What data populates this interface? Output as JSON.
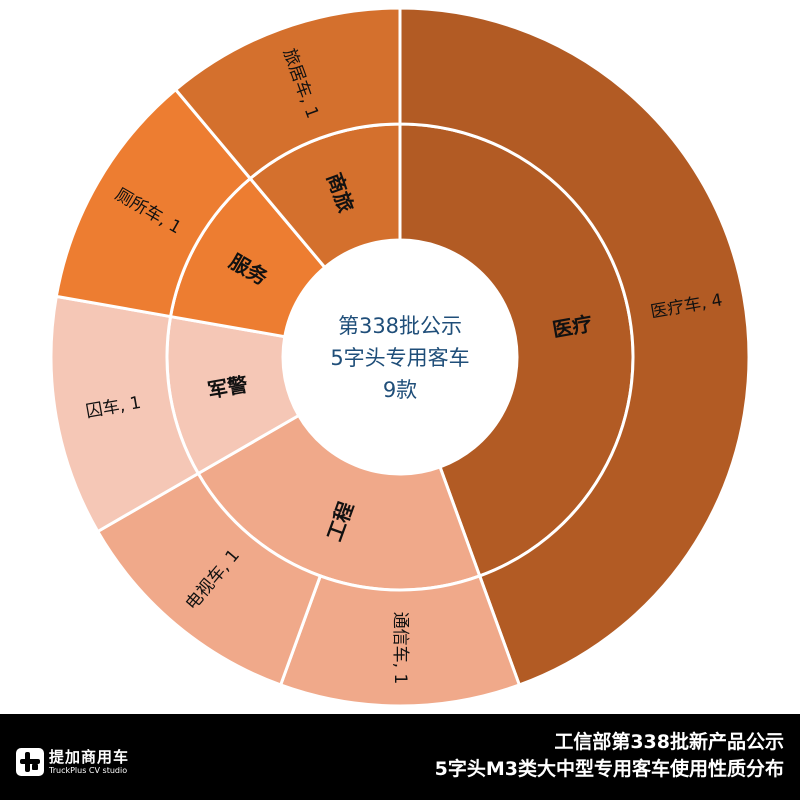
{
  "chart_data": {
    "type": "sunburst",
    "title": "工信部第338批新产品公示 5字头M3类大中型专用客车使用性质分布",
    "center_label": [
      "第338批公示",
      "5字头专用客车",
      "9款"
    ],
    "total": 9,
    "groups": [
      {
        "name": "医疗",
        "color": "#B25B24",
        "children": [
          {
            "name": "医疗车",
            "value": 4
          }
        ]
      },
      {
        "name": "工程",
        "color": "#F0A98A",
        "children": [
          {
            "name": "通信车",
            "value": 1
          },
          {
            "name": "电视车",
            "value": 1
          }
        ]
      },
      {
        "name": "军警",
        "color": "#F5C7B6",
        "children": [
          {
            "name": "囚车",
            "value": 1
          }
        ]
      },
      {
        "name": "服务",
        "color": "#ED7D31",
        "children": [
          {
            "name": "厕所车",
            "value": 1
          }
        ]
      },
      {
        "name": "商旅",
        "color": "#D4702D",
        "children": [
          {
            "name": "旅居车",
            "value": 1
          }
        ]
      }
    ],
    "inner_ring": [
      {
        "label": "医疗",
        "value": 4
      },
      {
        "label": "工程",
        "value": 2
      },
      {
        "label": "军警",
        "value": 1
      },
      {
        "label": "服务",
        "value": 1
      },
      {
        "label": "商旅",
        "value": 1
      }
    ],
    "outer_ring": [
      {
        "label": "医疗车, 4",
        "value": 4
      },
      {
        "label": "通信车, 1",
        "value": 1
      },
      {
        "label": "电视车, 1",
        "value": 1
      },
      {
        "label": "囚车, 1",
        "value": 1
      },
      {
        "label": "厕所车, 1",
        "value": 1
      },
      {
        "label": "旅居车, 1",
        "value": 1
      }
    ],
    "center_text_color": "#1F4E79"
  },
  "footer": {
    "logo_cn": "提加商用车",
    "logo_en": "TruckPlus CV studio",
    "title_line1": "工信部第338批新产品公示",
    "title_line2": "5字头M3类大中型专用客车使用性质分布"
  }
}
